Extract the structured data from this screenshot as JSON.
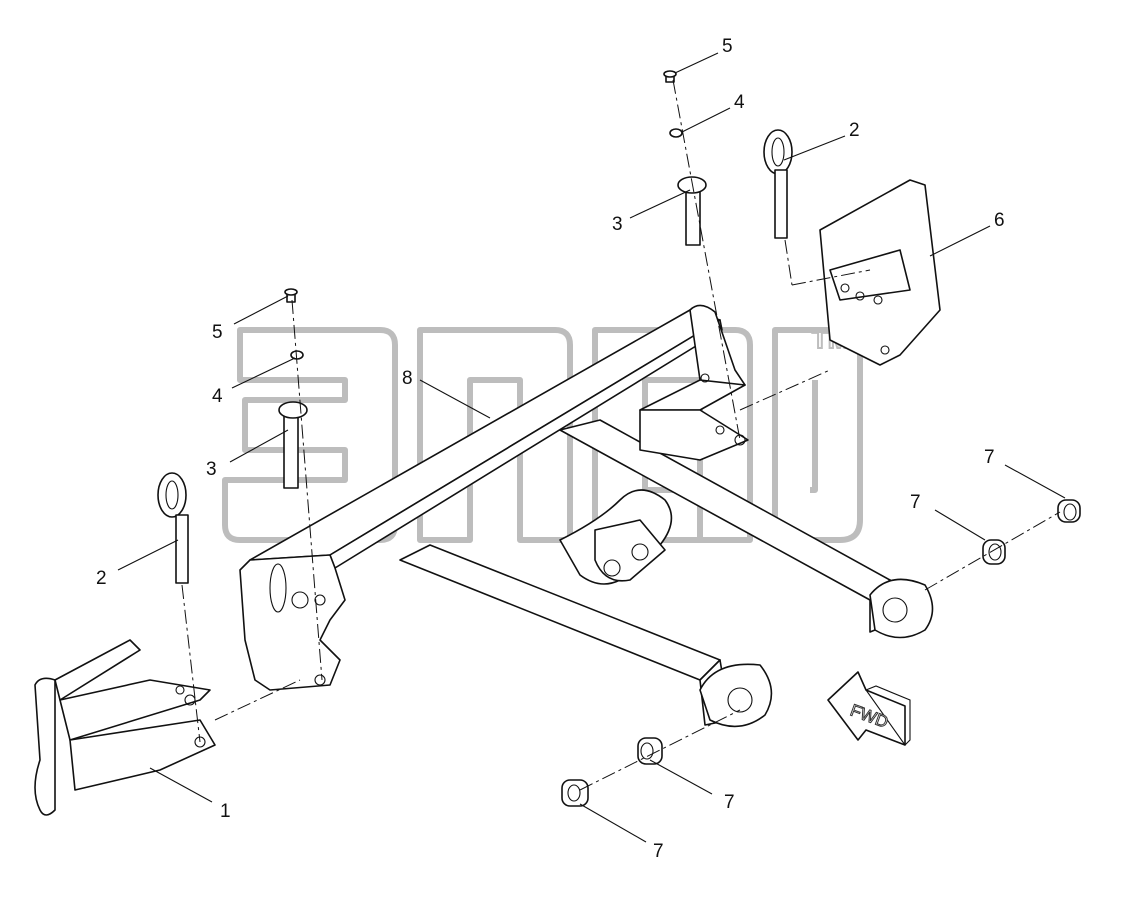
{
  "callouts": [
    {
      "label": "5"
    },
    {
      "label": "4"
    },
    {
      "label": "2"
    },
    {
      "label": "3"
    },
    {
      "label": "6"
    },
    {
      "label": "5"
    },
    {
      "label": "4"
    },
    {
      "label": "3"
    },
    {
      "label": "2"
    },
    {
      "label": "8"
    },
    {
      "label": "7"
    },
    {
      "label": "7"
    },
    {
      "label": "7"
    },
    {
      "label": "7"
    },
    {
      "label": "1"
    }
  ],
  "watermark": {
    "mark": "TM"
  },
  "direction_arrow": {
    "text": "FWD"
  }
}
